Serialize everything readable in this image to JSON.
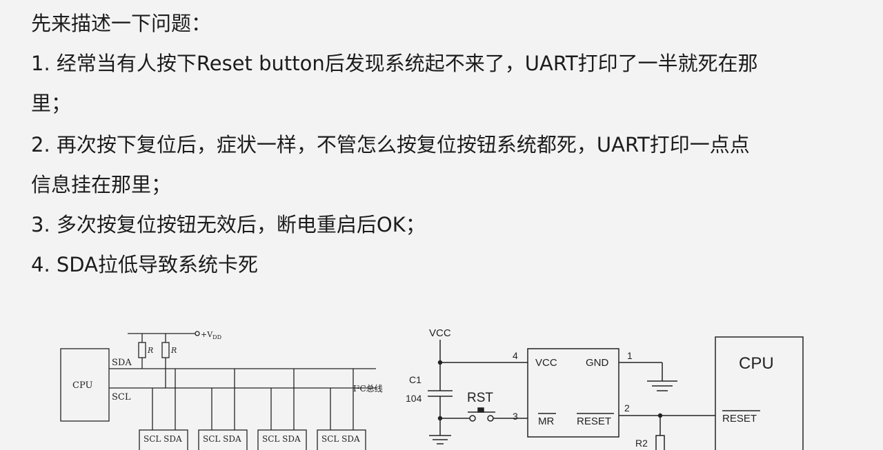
{
  "text": {
    "intro": "先来描述一下问题：",
    "item1_line1": "1. 经常当有人按下Reset  button后发现系统起不来了，UART打印了一半就死在那",
    "item1_line2": "里；",
    "item2_line1": "2. 再次按下复位后，症状一样，不管怎么按复位按钮系统都死，UART打印一点点",
    "item2_line2": "信息挂在那里；",
    "item3": "3. 多次按复位按钮无效后，断电重启后OK；",
    "item4": "4. SDA拉低导致系统卡死"
  },
  "i2c_diagram": {
    "cpu_label": "CPU",
    "sda_label": "SDA",
    "scl_label": "SCL",
    "vdd_label": "+V",
    "vdd_sub": "DD",
    "r_label": "R",
    "bus_label": "I²C总线",
    "devices": [
      "SCL SDA",
      "SCL SDA",
      "SCL SDA",
      "SCL SDA"
    ]
  },
  "reset_diagram": {
    "vcc_label": "VCC",
    "cap_name": "C1",
    "cap_value": "104",
    "button_label": "RST",
    "ic_vcc": "VCC",
    "ic_gnd": "GND",
    "ic_mr": "MR",
    "ic_reset": "RESET",
    "pin1": "1",
    "pin2": "2",
    "pin3": "3",
    "pin4": "4",
    "resistor": "R2",
    "cpu_label": "CPU",
    "cpu_reset": "RESET"
  }
}
